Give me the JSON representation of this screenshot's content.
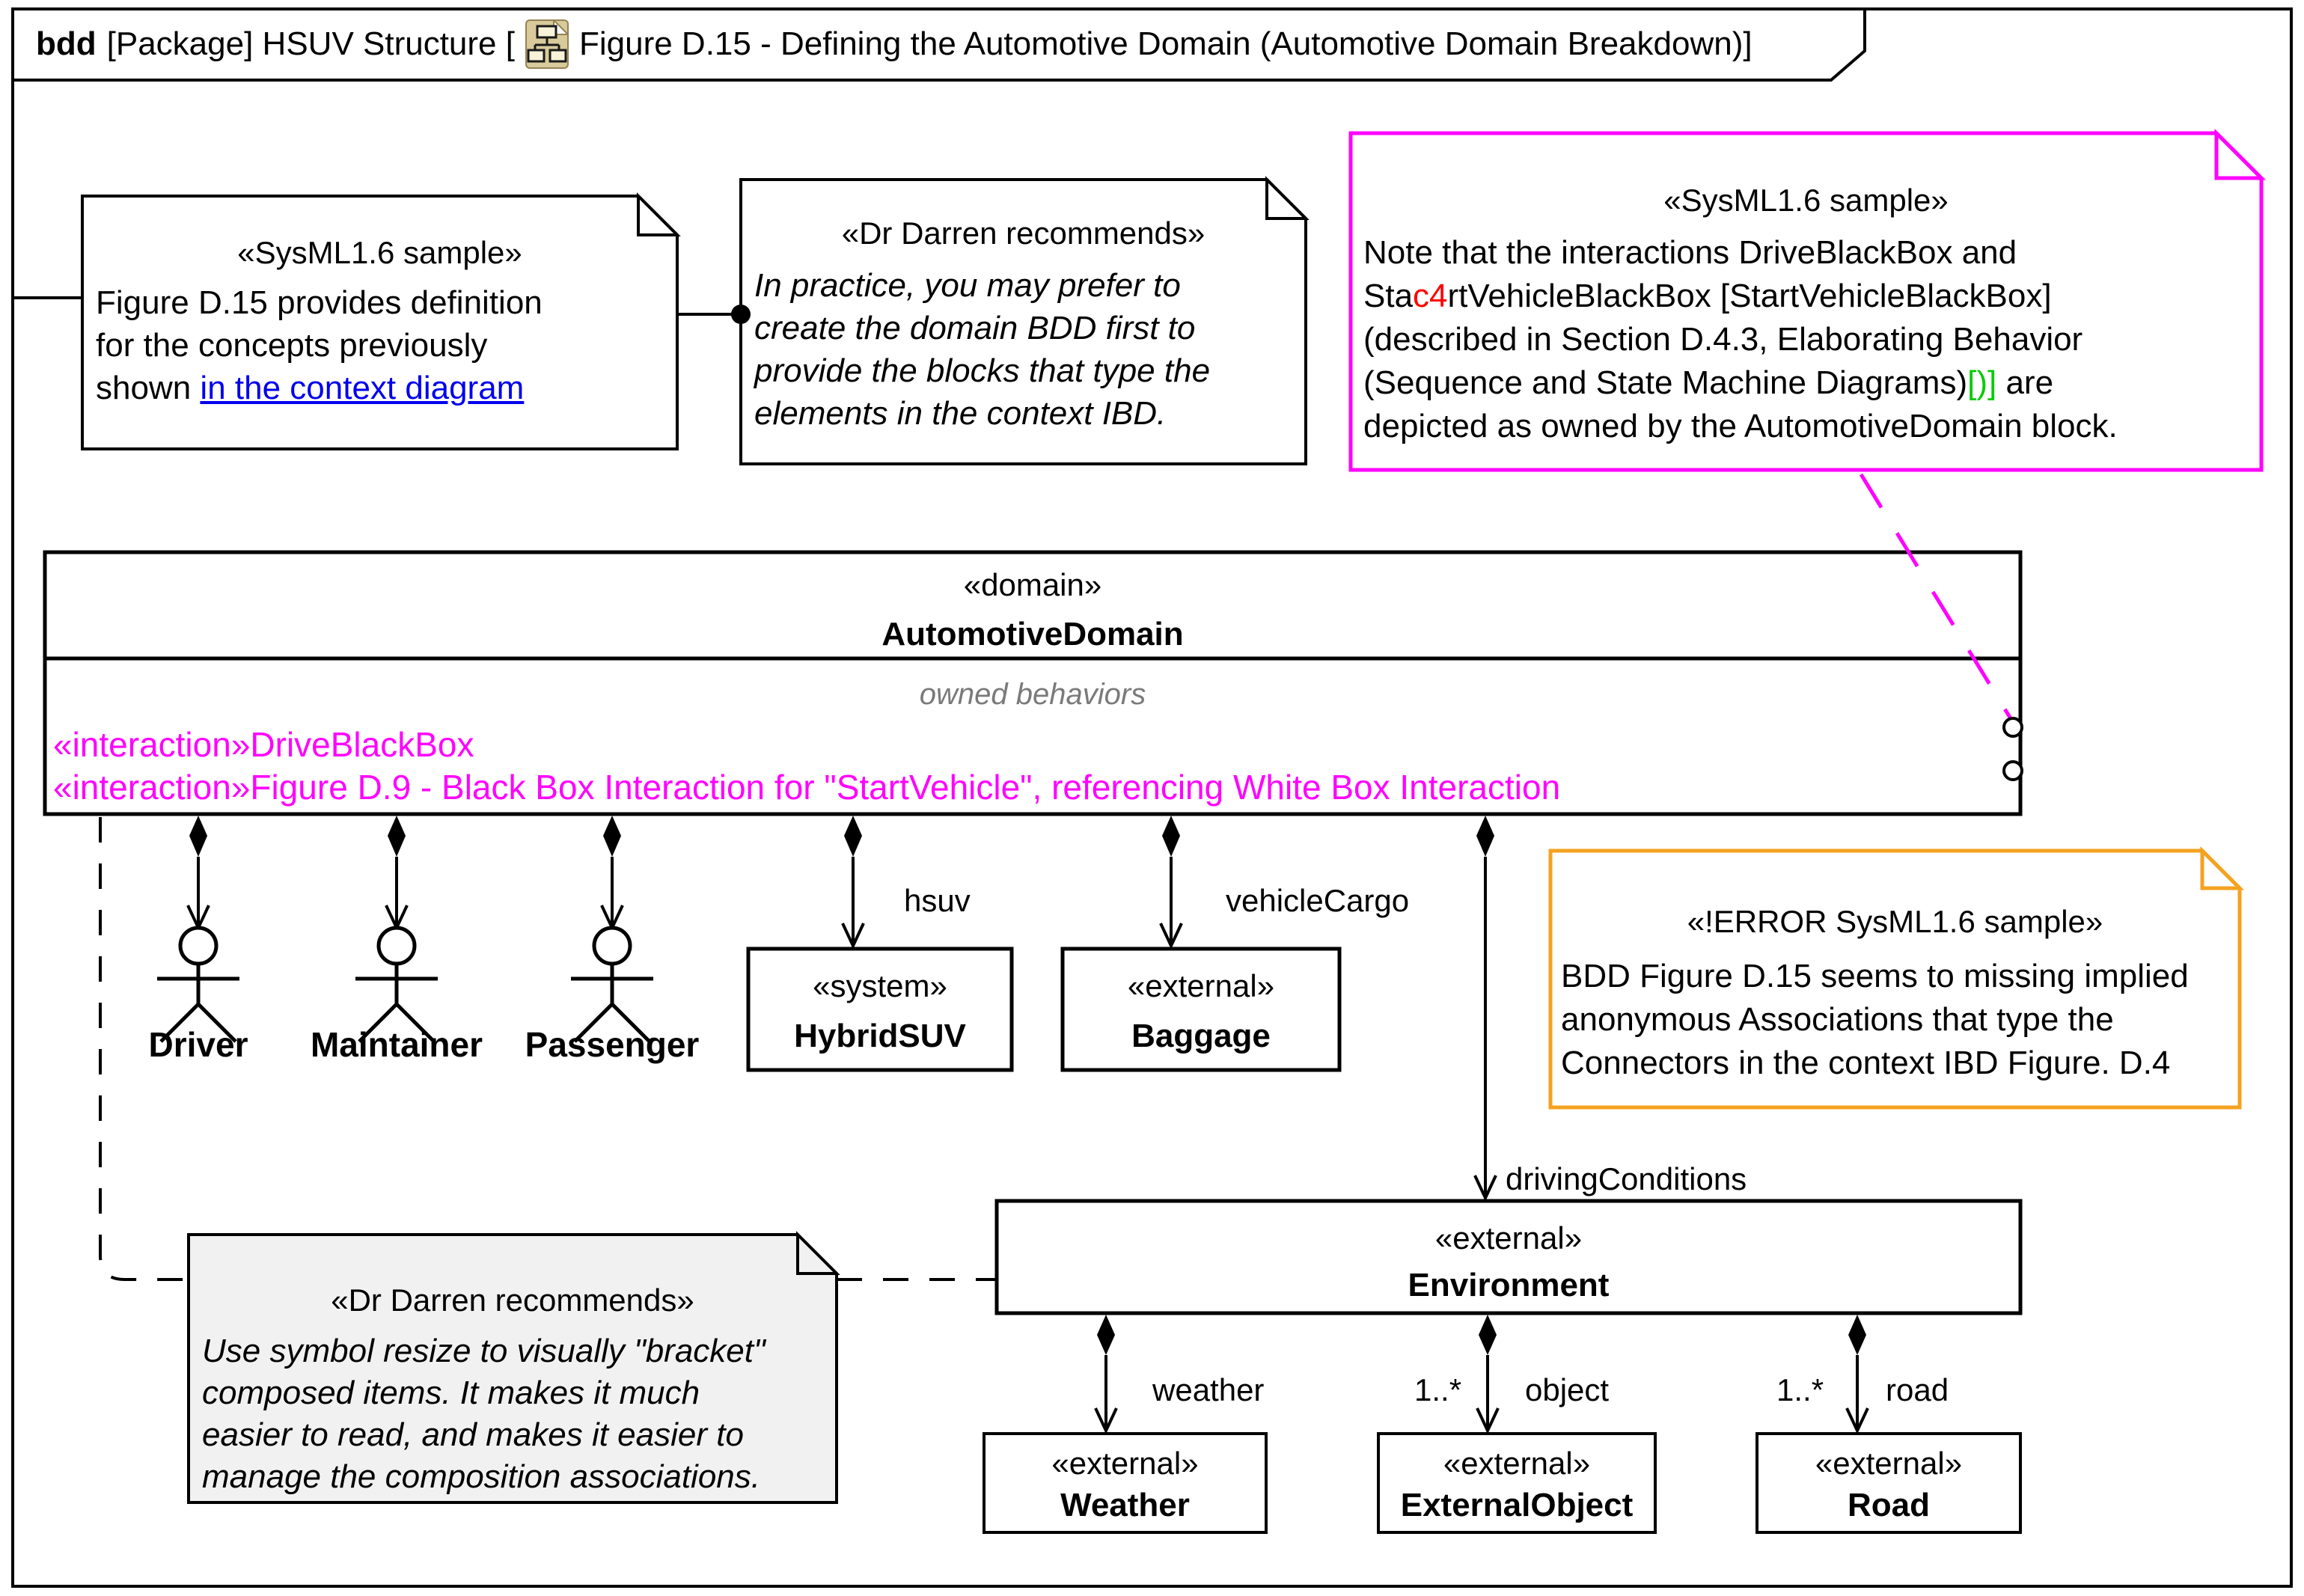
{
  "title": {
    "bdd": "bdd",
    "part1": "[Package] HSUV Structure [",
    "part2": "Figure D.15 - Defining the Automotive Domain (Automotive Domain Breakdown)]"
  },
  "notes": {
    "sample1": {
      "stereotype": "«SysML1.6 sample»",
      "line1": "Figure D.15 provides definition",
      "line2": "for the concepts previously",
      "line3_prefix": "shown ",
      "line3_link": "in the context diagram"
    },
    "recommend1": {
      "stereotype": "«Dr Darren recommends»",
      "line1": "In practice, you may prefer to",
      "line2": "create the domain BDD first to",
      "line3": "provide the blocks that type the",
      "line4": "elements in the context IBD."
    },
    "sample2": {
      "stereotype": "«SysML1.6 sample»",
      "line1": "Note that the interactions DriveBlackBox and",
      "line2_pre": "Sta",
      "line2_red": "c4",
      "line2_post": "rtVehicleBlackBox [StartVehicleBlackBox]",
      "line3": "(described in Section D.4.3, Elaborating Behavior",
      "line4_pre": "(Sequence and State Machine Diagrams)",
      "line4_green": "[)]",
      "line4_post": " are",
      "line5": "depicted as owned by the AutomotiveDomain block."
    },
    "error": {
      "stereotype": "«!ERROR SysML1.6 sample»",
      "line1": "BDD Figure D.15 seems to missing implied",
      "line2": "anonymous Associations that type the",
      "line3": "Connectors in the context IBD Figure. D.4"
    },
    "recommend2": {
      "stereotype": "«Dr Darren recommends»",
      "line1": "Use symbol resize to visually \"bracket\"",
      "line2": "composed items. It makes it much",
      "line3": "easier to read, and makes it easier to",
      "line4": "manage the composition associations."
    }
  },
  "automotive": {
    "stereotype": "«domain»",
    "name": "AutomotiveDomain",
    "compartment_label": "owned behaviors",
    "behavior1": "«interaction»DriveBlackBox",
    "behavior2": "«interaction»Figure D.9 - Black Box Interaction for \"StartVehicle\", referencing White Box Interaction"
  },
  "blocks": {
    "hybridsuv": {
      "stereotype": "«system»",
      "name": "HybridSUV"
    },
    "baggage": {
      "stereotype": "«external»",
      "name": "Baggage"
    },
    "environment": {
      "stereotype": "«external»",
      "name": "Environment"
    },
    "weather": {
      "stereotype": "«external»",
      "name": "Weather"
    },
    "externalobject": {
      "stereotype": "«external»",
      "name": "ExternalObject"
    },
    "road": {
      "stereotype": "«external»",
      "name": "Road"
    }
  },
  "actors": {
    "driver": "Driver",
    "maintainer": "Maintainer",
    "passenger": "Passenger"
  },
  "edge_labels": {
    "hsuv": "hsuv",
    "vehicleCargo": "vehicleCargo",
    "drivingConditions": "drivingConditions",
    "weather": "weather",
    "object": "object",
    "road": "road",
    "mult_object": "1..*",
    "mult_road": "1..*"
  },
  "colors": {
    "magenta": "#FF00FF",
    "orange": "#F5A21F",
    "link_blue": "#0000EE",
    "error_red": "#FF0000",
    "green": "#00CC00",
    "gray_text": "#7a7a7a",
    "note_gray_fill": "#F1F1F1",
    "icon_tan": "#D8CA9A"
  }
}
